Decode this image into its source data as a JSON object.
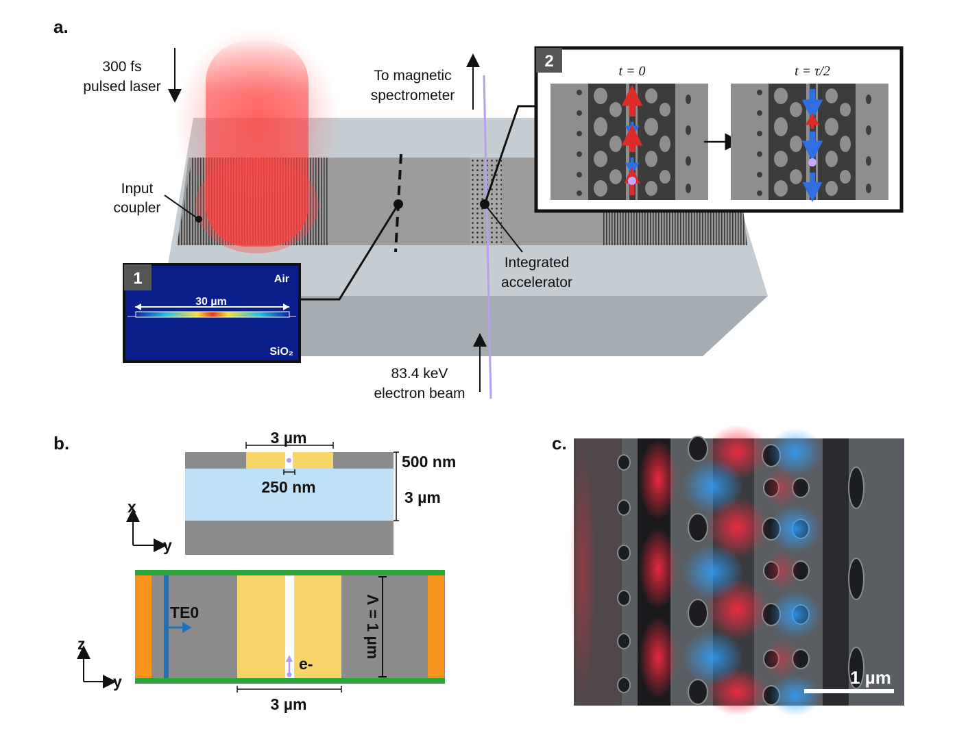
{
  "panel_a": {
    "label": "a.",
    "laser_line1": "300 fs",
    "laser_line2": "pulsed laser",
    "spectrometer_line1": "To magnetic",
    "spectrometer_line2": "spectrometer",
    "input_coupler_line1": "Input",
    "input_coupler_line2": "coupler",
    "accelerator_line1": "Integrated",
    "accelerator_line2": "accelerator",
    "beam_line1": "83.4 keV",
    "beam_line2": "electron beam",
    "inset1": {
      "number": "1",
      "air": "Air",
      "width": "30 µm",
      "substrate": "SiO₂"
    },
    "inset2": {
      "number": "2",
      "t0": "t = 0",
      "t_half": "t = τ/2"
    }
  },
  "panel_b": {
    "label": "b.",
    "top_width": "3 µm",
    "gap": "250 nm",
    "thickness": "500 nm",
    "oxide": "3 µm",
    "axis_x": "x",
    "axis_y": "y",
    "mode": "TE0",
    "period": "Λ = 1 µm",
    "electron": "e-",
    "bottom_width": "3 µm",
    "axis_z": "z",
    "axis_y2": "y"
  },
  "panel_c": {
    "label": "c.",
    "scale_bar": "1 µm"
  },
  "colors": {
    "silicon": "#8c8c8c",
    "gold": "#f7d56a",
    "oxide": "#bfe0f7",
    "field_red": "#e8394a",
    "field_blue": "#2f7fd6",
    "green": "#2aa53a",
    "orange": "#f7921e",
    "electron": "#b59cf0"
  }
}
